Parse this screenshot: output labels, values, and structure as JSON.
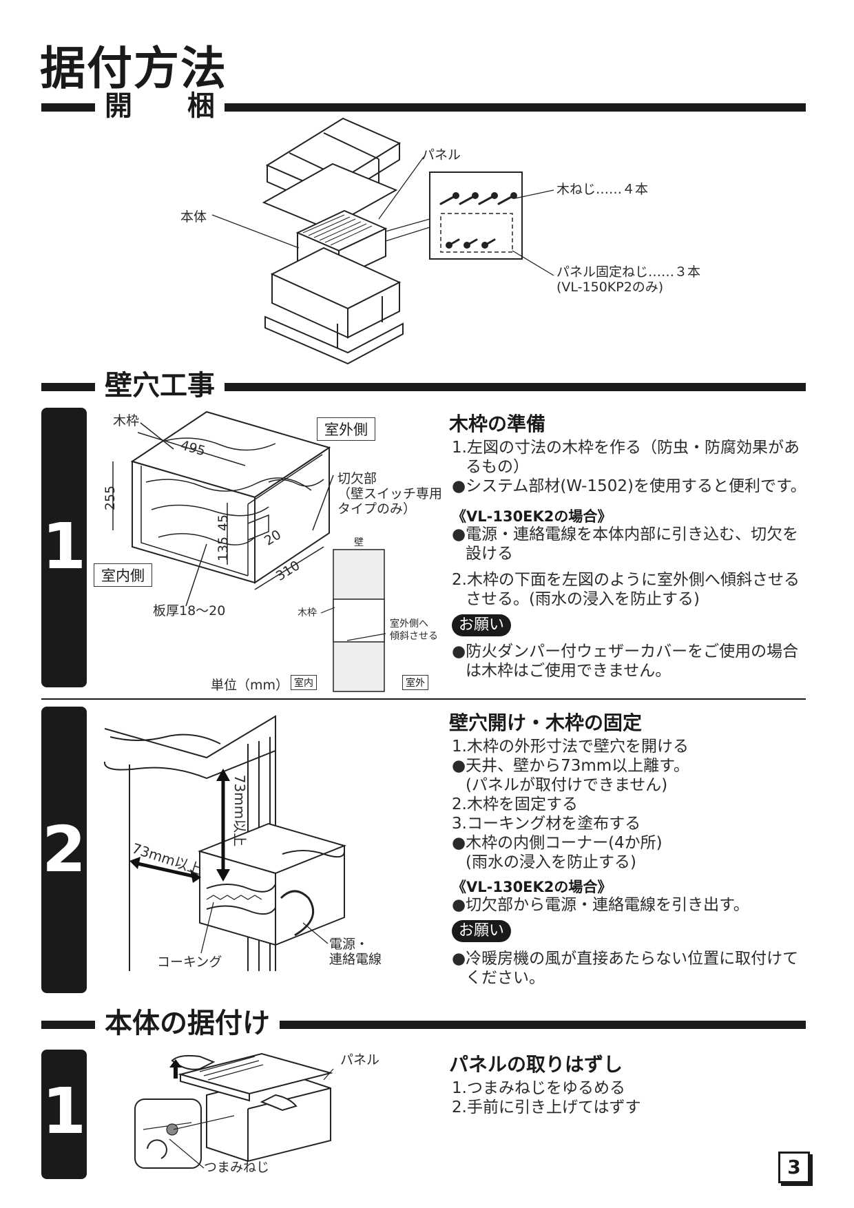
{
  "title": "据付方法",
  "sections": {
    "unpack": {
      "title": "開　　梱"
    },
    "wall_hole": {
      "title": "壁穴工事"
    },
    "body_install": {
      "title": "本体の据付け"
    }
  },
  "unpack_diagram": {
    "label_panel": "パネル",
    "label_body": "本体",
    "label_wood_screw": "木ねじ……４本",
    "label_panel_screw": "パネル固定ねじ……３本",
    "label_panel_screw_note": "(VL-150KP2のみ)"
  },
  "step1": {
    "number": "1",
    "heading": "木枠の準備",
    "line1": "1.左図の寸法の木枠を作る（防虫・防腐効果があ",
    "line1b": "るもの）",
    "line2": "●システム部材(W-1502)を使用すると便利です。",
    "case_title": "《VL-130EK2の場合》",
    "case1": "●電源・連絡電線を本体内部に引き込む、切欠を",
    "case1b": "設ける",
    "line3": "2.木枠の下面を左図のように室外側へ傾斜させる",
    "line3b": "させる。(雨水の浸入を防止する)",
    "onegai": "お願い",
    "note1": "●防火ダンパー付ウェザーカバーをご使用の場合",
    "note1b": "は木枠はご使用できません。",
    "diagram": {
      "wood_frame": "木枠",
      "outdoor": "室外側",
      "indoor": "室内側",
      "notch": "切欠部",
      "notch_note": "（壁スイッチ専用",
      "notch_note2": "タイプのみ）",
      "thickness": "板厚18～20",
      "unit": "単位（mm）",
      "dim_495": "495",
      "dim_255": "255",
      "dim_135": "135",
      "dim_45": "45",
      "dim_20": "20",
      "dim_310": "310",
      "wall": "壁",
      "wood_frame2": "木枠",
      "tilt": "室外側へ",
      "tilt2": "傾斜させる",
      "room_in": "室内",
      "room_out": "室外"
    }
  },
  "step2": {
    "number": "2",
    "heading": "壁穴開け・木枠の固定",
    "l1": "1.木枠の外形寸法で壁穴を開ける",
    "l2": "●天井、壁から73mm以上離す。",
    "l3": "(パネルが取付けできません)",
    "l4": "2.木枠を固定する",
    "l5": "3.コーキング材を塗布する",
    "l6": "●木枠の内側コーナー(4か所)",
    "l7": "(雨水の浸入を防止する)",
    "case_title": "《VL-130EK2の場合》",
    "case1": "●切欠部から電源・連絡電線を引き出す。",
    "onegai": "お願い",
    "note1": "●冷暖房機の風が直接あたらない位置に取付けて",
    "note1b": "ください。",
    "diagram": {
      "dim_v": "73mm以上",
      "dim_h": "73mm以上",
      "caulking": "コーキング",
      "wire": "電源・",
      "wire2": "連絡電線"
    }
  },
  "step3": {
    "number": "1",
    "heading": "パネルの取りはずし",
    "l1": "1.つまみねじをゆるめる",
    "l2": "2.手前に引き上げてはずす",
    "diagram": {
      "panel": "パネル",
      "knob": "つまみねじ"
    }
  },
  "page_number": "3"
}
